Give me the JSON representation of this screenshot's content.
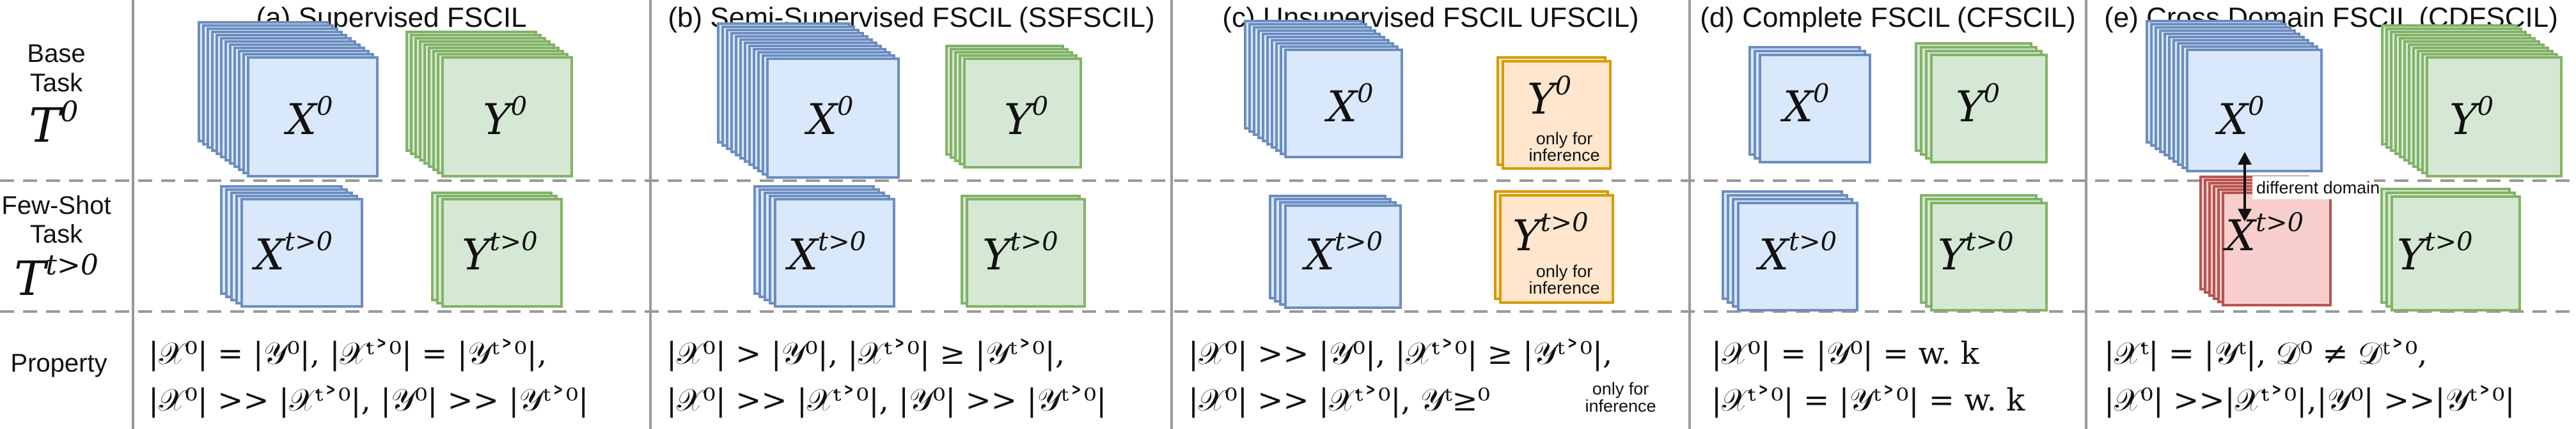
{
  "row_labels": {
    "base": {
      "line1": "Base",
      "line2": "Task",
      "symbol": "T",
      "sup": "0"
    },
    "fewshot": {
      "line1": "Few-Shot",
      "line2": "Task",
      "symbol": "T",
      "sup": "t>0"
    },
    "property": "Property"
  },
  "panels": [
    {
      "id": "a",
      "title": "(a) Supervised FSCIL",
      "base": {
        "x": {
          "sym": "X",
          "sup": "0"
        },
        "y": {
          "sym": "Y",
          "sup": "0"
        }
      },
      "few": {
        "x": {
          "sym": "X",
          "sup": "t>0"
        },
        "y": {
          "sym": "Y",
          "sup": "t>0"
        }
      },
      "property": {
        "line1": "|𝒳⁰| = |𝒴⁰|, |𝒳ᵗ˃⁰| = |𝒴ᵗ˃⁰|,",
        "line2": "|𝒳⁰| >> |𝒳ᵗ˃⁰|, |𝒴⁰| >> |𝒴ᵗ˃⁰|"
      }
    },
    {
      "id": "b",
      "title": "(b) Semi-Supervised FSCIL (SSFSCIL)",
      "base": {
        "x": {
          "sym": "X",
          "sup": "0"
        },
        "y": {
          "sym": "Y",
          "sup": "0"
        }
      },
      "few": {
        "x": {
          "sym": "X",
          "sup": "t>0"
        },
        "y": {
          "sym": "Y",
          "sup": "t>0"
        }
      },
      "property": {
        "line1": "|𝒳⁰| > |𝒴⁰|, |𝒳ᵗ˃⁰| ≥ |𝒴ᵗ˃⁰|,",
        "line2": "|𝒳⁰| >> |𝒳ᵗ˃⁰|, |𝒴⁰| >> |𝒴ᵗ˃⁰|"
      }
    },
    {
      "id": "c",
      "title": "(c) Unsupervised FSCIL UFSCIL)",
      "base": {
        "x": {
          "sym": "X",
          "sup": "0"
        },
        "y": {
          "sym": "Y",
          "sup": "0",
          "note1": "only for",
          "note2": "inference"
        }
      },
      "few": {
        "x": {
          "sym": "X",
          "sup": "t>0"
        },
        "y": {
          "sym": "Y",
          "sup": "t>0",
          "note1": "only for",
          "note2": "inference"
        }
      },
      "property": {
        "line1": "|𝒳⁰| >> |𝒴⁰|, |𝒳ᵗ˃⁰| ≥ |𝒴ᵗ˃⁰|,",
        "line2": "|𝒳⁰| >> |𝒳ᵗ˃⁰|, 𝒴ᵗ≥⁰",
        "note1": "only for",
        "note2": "inference"
      }
    },
    {
      "id": "d",
      "title": "(d) Complete  FSCIL (CFSCIL)",
      "base": {
        "x": {
          "sym": "X",
          "sup": "0"
        },
        "y": {
          "sym": "Y",
          "sup": "0"
        }
      },
      "few": {
        "x": {
          "sym": "X",
          "sup": "t>0"
        },
        "y": {
          "sym": "Y",
          "sup": "t>0"
        }
      },
      "property": {
        "line1": "|𝒳⁰| = |𝒴⁰| = w. k",
        "line2": "|𝒳ᵗ˃⁰| = |𝒴ᵗ˃⁰| = w. k"
      }
    },
    {
      "id": "e",
      "title": "(e) Cross Domain FSCIL (CDFSCIL)",
      "base": {
        "x": {
          "sym": "X",
          "sup": "0"
        },
        "y": {
          "sym": "Y",
          "sup": "0"
        }
      },
      "few": {
        "x": {
          "sym": "X",
          "sup": "t>0"
        },
        "y": {
          "sym": "Y",
          "sup": "t>0"
        }
      },
      "domain_note": "different domain",
      "property": {
        "line1": "|𝒳ᵗ| = |𝒴ᵗ|,   𝒟⁰ ≠ 𝒟ᵗ˃⁰,",
        "line2": "|𝒳⁰| >>|𝒳ᵗ˃⁰|,|𝒴⁰| >>|𝒴ᵗ˃⁰|"
      }
    }
  ],
  "colors": {
    "x_fill": "#dae8fc",
    "x_stroke": "#6c8ebf",
    "y_fill": "#d5e8d4",
    "y_stroke": "#82b366",
    "u_fill": "#ffe6cc",
    "u_stroke": "#d79b00",
    "r_fill": "#f8cecc",
    "r_stroke": "#b85450",
    "divider": "#999999"
  }
}
